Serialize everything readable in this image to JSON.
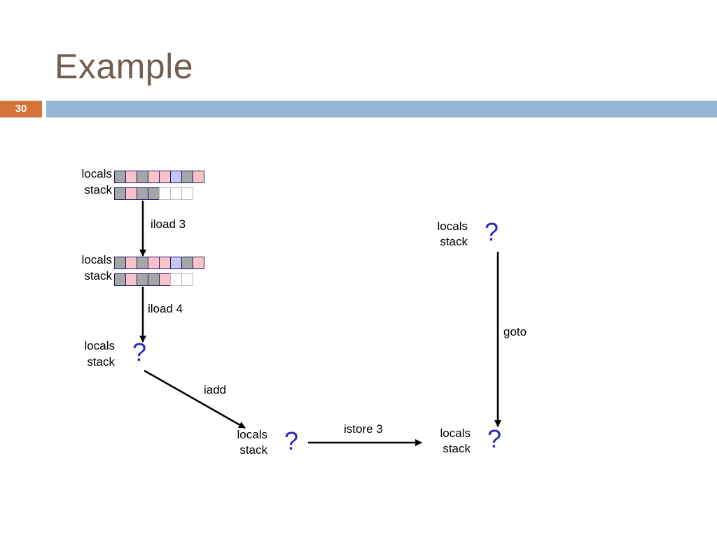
{
  "slide": {
    "title": "Example",
    "number": "30"
  },
  "colors": {
    "gray": "#a6a6a6",
    "pink": "#f9c3c8",
    "blue": "#c6c6f0",
    "empty": "#ffffff"
  },
  "states": [
    {
      "locals_label": "locals",
      "stack_label": "stack",
      "locals_cells": [
        "gray",
        "pink",
        "gray",
        "pink",
        "pink",
        "blue",
        "gray",
        "pink"
      ],
      "stack_cells": [
        "gray",
        "pink",
        "gray",
        "gray",
        "empty",
        "empty",
        "empty"
      ]
    },
    {
      "locals_label": "locals",
      "stack_label": "stack",
      "locals_cells": [
        "gray",
        "pink",
        "gray",
        "pink",
        "pink",
        "blue",
        "gray",
        "pink"
      ],
      "stack_cells": [
        "gray",
        "pink",
        "gray",
        "gray",
        "pink",
        "empty",
        "empty"
      ]
    },
    {
      "locals_label": "locals",
      "stack_label": "stack",
      "unknown": "?"
    },
    {
      "locals_label": "locals",
      "stack_label": "stack",
      "unknown": "?"
    },
    {
      "locals_label": "locals",
      "stack_label": "stack",
      "unknown": "?"
    },
    {
      "locals_label": "locals",
      "stack_label": "stack",
      "unknown": "?"
    }
  ],
  "ops": [
    "iload 3",
    "iload 4",
    "iadd",
    "istore 3",
    "goto"
  ]
}
